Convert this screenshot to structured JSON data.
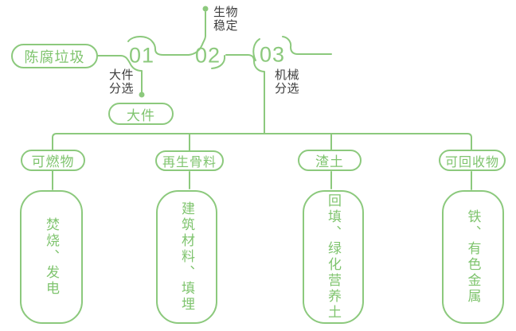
{
  "diagram": {
    "accent_color": "#8cc97d",
    "text_dark_color": "#3d3d3d",
    "source": {
      "label": "陈腐垃圾"
    },
    "steps": [
      {
        "number": "01",
        "label": "大件\n分选",
        "output": "大件"
      },
      {
        "number": "02",
        "label": "生物\n稳定"
      },
      {
        "number": "03",
        "label": "机械\n分选"
      }
    ],
    "branches": [
      {
        "category": "可燃物",
        "result": "焚烧、发电"
      },
      {
        "category": "再生骨料",
        "result": "建筑材料、填埋"
      },
      {
        "category": "渣土",
        "result": "回填、绿化营养土"
      },
      {
        "category": "可回收物",
        "result": "铁、有色金属"
      }
    ]
  }
}
